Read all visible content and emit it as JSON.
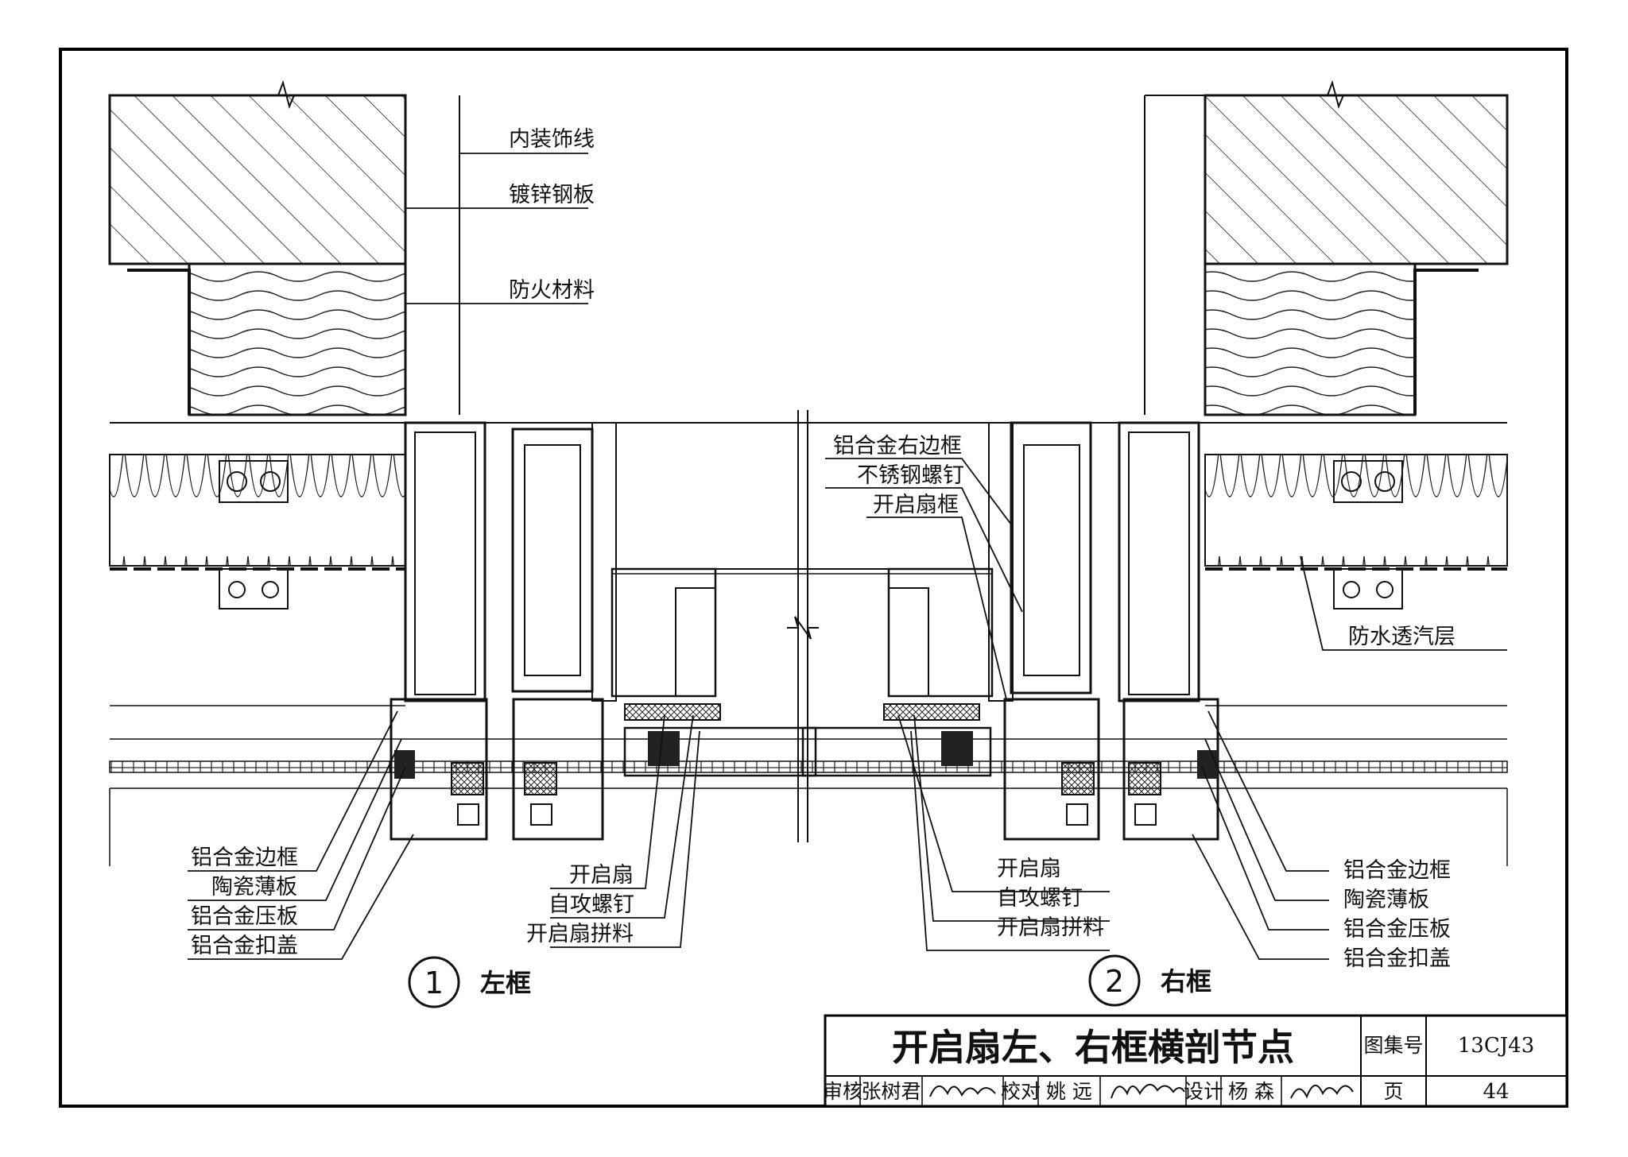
{
  "labels_top": {
    "decor_line": "内装饰线",
    "galvanized_steel": "镀锌钢板",
    "fireproof": "防火材料",
    "right_frame_al": "铝合金右边框",
    "ss_screw": "不锈钢螺钉",
    "sash_frame": "开启扇框",
    "waterproof": "防水透汽层"
  },
  "labels_left": {
    "al_side_frame": "铝合金边框",
    "ceramic_panel": "陶瓷薄板",
    "al_press_plate": "铝合金压板",
    "al_cover": "铝合金扣盖",
    "sash": "开启扇",
    "tapping_screw": "自攻螺钉",
    "sash_joint": "开启扇拼料"
  },
  "labels_right": {
    "al_side_frame": "铝合金边框",
    "ceramic_panel": "陶瓷薄板",
    "al_press_plate": "铝合金压板",
    "al_cover": "铝合金扣盖",
    "sash": "开启扇",
    "tapping_screw": "自攻螺钉",
    "sash_joint": "开启扇拼料"
  },
  "details": [
    {
      "number": "1",
      "name": "左框"
    },
    {
      "number": "2",
      "name": "右框"
    }
  ],
  "title_block": {
    "title": "开启扇左、右框横剖节点",
    "atlas_label": "图集号",
    "atlas_no": "13CJ43",
    "page_label": "页",
    "page_no": "44",
    "review_label": "审核",
    "reviewer": "张树君",
    "check_label": "校对",
    "checker": "姚 远",
    "design_label": "设计",
    "designer": "杨 森"
  }
}
